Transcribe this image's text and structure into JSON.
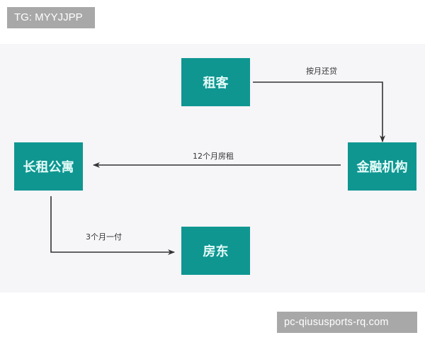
{
  "watermarks": {
    "top": "TG: MYYJJPP",
    "bottom": "pc-qiususports-rq.com"
  },
  "diagram": {
    "nodes": {
      "tenant": "租客",
      "finance": "金融机构",
      "apartment": "长租公寓",
      "landlord": "房东"
    },
    "edges": [
      {
        "from": "tenant",
        "to": "finance",
        "label": "按月还贷"
      },
      {
        "from": "finance",
        "to": "apartment",
        "label": "12个月房租"
      },
      {
        "from": "apartment",
        "to": "landlord",
        "label": "3个月一付"
      }
    ],
    "colors": {
      "node_fill": "#0f9691",
      "node_text": "#e4fbf8",
      "edge": "#333333",
      "background": "#f6f5f8"
    }
  }
}
